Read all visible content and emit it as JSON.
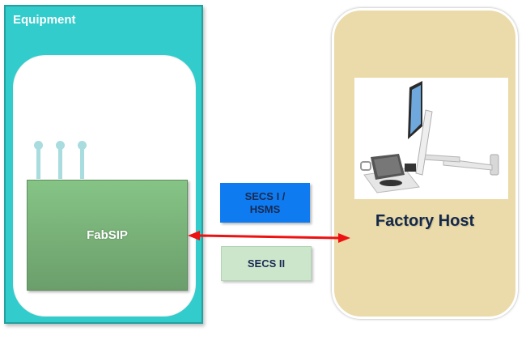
{
  "equipment": {
    "title": "Equipment",
    "color": "#33cccc",
    "module": {
      "label": "FabSIP",
      "color": "#78b478"
    }
  },
  "protocols": [
    {
      "label_line1": "SECS I /",
      "label_line2": "HSMS",
      "color": "#0e7cf0"
    },
    {
      "label": "SECS II",
      "color": "#cce6cc"
    }
  ],
  "connection": {
    "type": "bidirectional-arrow",
    "color": "#ee1111"
  },
  "host": {
    "label": "Factory Host",
    "color": "#ebdbaa",
    "image": "computer-workstation-on-wall-arm"
  }
}
